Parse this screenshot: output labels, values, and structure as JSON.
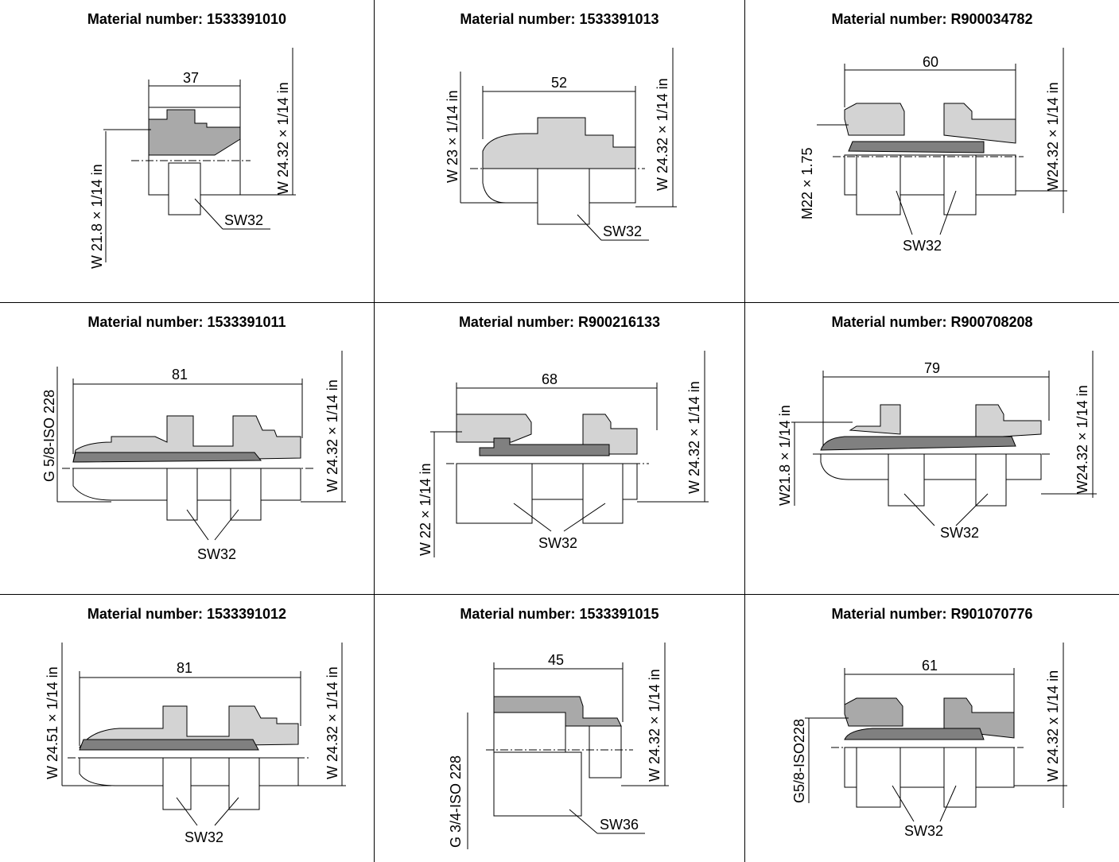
{
  "cells": [
    {
      "title": "Material number: 1533391010",
      "dim": "37",
      "left_label": "W 21.8 × 1/14 in",
      "right_label": "W 24.32 × 1/14 in",
      "wrench": "SW32"
    },
    {
      "title": "Material number: 1533391013",
      "dim": "52",
      "left_label": "W 23 × 1/14 in",
      "right_label": "W 24.32 × 1/14 in",
      "wrench": "SW32"
    },
    {
      "title": "Material number: R900034782",
      "dim": "60",
      "left_label": "M22 × 1.75",
      "right_label": "W24.32 × 1/14 in",
      "wrench": "SW32"
    },
    {
      "title": "Material number: 1533391011",
      "dim": "81",
      "left_label": "G 5/8-ISO 228",
      "right_label": "W 24.32 × 1/14 in",
      "wrench": "SW32"
    },
    {
      "title": "Material number: R900216133",
      "dim": "68",
      "left_label": "W 22 × 1/14 in",
      "right_label": "W 24.32 × 1/14 in",
      "wrench": "SW32"
    },
    {
      "title": "Material number: R900708208",
      "dim": "79",
      "left_label": "W21.8 × 1/14 in",
      "right_label": "W24.32 × 1/14 in",
      "wrench": "SW32"
    },
    {
      "title": "Material number: 1533391012",
      "dim": "81",
      "left_label": "W 24.51 × 1/14 in",
      "right_label": "W 24.32 × 1/14 in",
      "wrench": "SW32"
    },
    {
      "title": "Material number: 1533391015",
      "dim": "45",
      "left_label": "G 3/4-ISO 228",
      "right_label": "W 24.32 × 1/14 in",
      "wrench": "SW36"
    },
    {
      "title": "Material number: R901070776",
      "dim": "61",
      "left_label": "G5/8-ISO228",
      "right_label": "W 24.32 x 1/14 in",
      "wrench": "SW32"
    }
  ]
}
